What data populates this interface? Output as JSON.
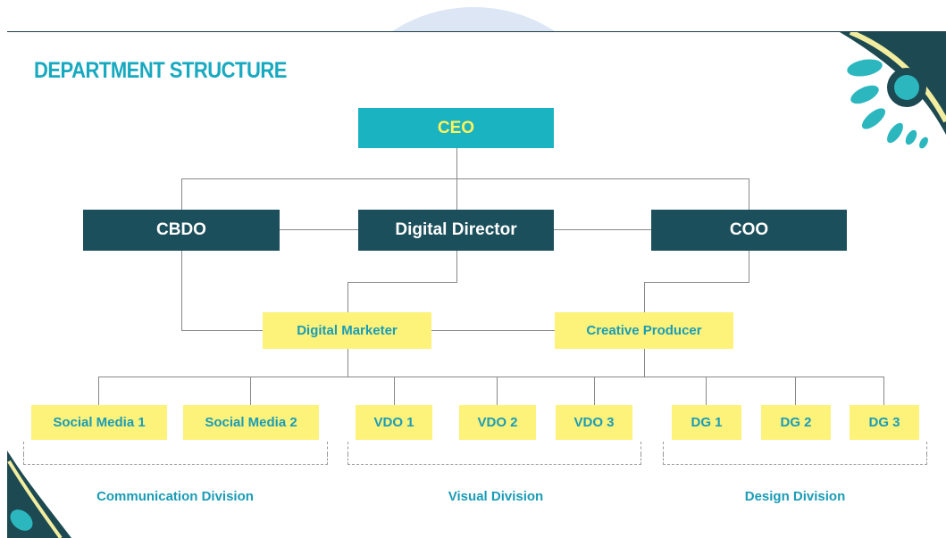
{
  "title": "DEPARTMENT STRUCTURE",
  "colors": {
    "accent": "#17a9c0",
    "dark": "#1c4f5c",
    "yellow": "#fdf27a",
    "ceo_fill": "#1ab3c2",
    "ceo_text": "#fff35a"
  },
  "nodes": {
    "ceo": "CEO",
    "cbdo": "CBDO",
    "digital_director": "Digital Director",
    "coo": "COO",
    "digital_marketer": "Digital Marketer",
    "creative_producer": "Creative Producer",
    "social_media_1": "Social Media 1",
    "social_media_2": "Social Media 2",
    "vdo_1": "VDO 1",
    "vdo_2": "VDO 2",
    "vdo_3": "VDO 3",
    "dg_1": "DG 1",
    "dg_2": "DG 2",
    "dg_3": "DG 3"
  },
  "divisions": {
    "communication": "Communication Division",
    "visual": "Visual Division",
    "design": "Design Division"
  },
  "decorations": [
    "leaf-decoration-icon",
    "corner-wave-decoration"
  ]
}
